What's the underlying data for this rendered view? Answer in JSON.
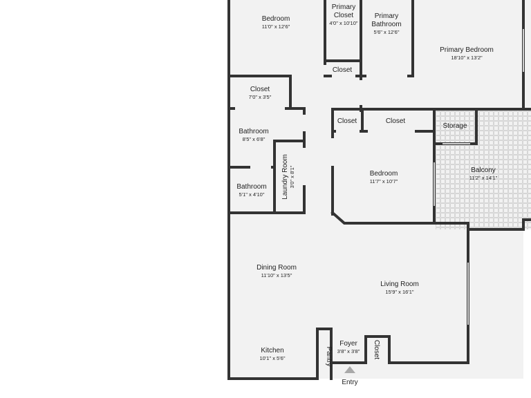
{
  "rooms": {
    "bedroom_nw": {
      "name": "Bedroom",
      "dims": "11'0\" x 12'6\""
    },
    "primary_closet": {
      "name_line1": "Primary",
      "name_line2": "Closet",
      "dims": "4'0\" x 10'10\""
    },
    "primary_bathroom": {
      "name_line1": "Primary",
      "name_line2": "Bathroom",
      "dims": "5'6\" x 12'6\""
    },
    "primary_bedroom": {
      "name": "Primary Bedroom",
      "dims": "18'10\" x 13'2\""
    },
    "closet_hall": {
      "name": "Closet"
    },
    "closet_west": {
      "name": "Closet",
      "dims": "7'0\" x 3'5\""
    },
    "bathroom_1": {
      "name": "Bathroom",
      "dims": "8'5\" x 6'8\""
    },
    "bathroom_2": {
      "name": "Bathroom",
      "dims": "5'1\" x 4'10\""
    },
    "laundry_room": {
      "name": "Laundry Room",
      "dims": "3'0\" x 8'1\""
    },
    "closet_small": {
      "name": "Closet"
    },
    "closet_wide": {
      "name": "Closet"
    },
    "storage": {
      "name": "Storage"
    },
    "balcony": {
      "name": "Balcony",
      "dims": "11'2\" x 14'1\""
    },
    "bedroom_center": {
      "name": "Bedroom",
      "dims": "11'7\" x 10'7\""
    },
    "dining_room": {
      "name": "Dining Room",
      "dims": "11'10\" x 13'5\""
    },
    "living_room": {
      "name": "Living Room",
      "dims": "15'9\" x 16'1\""
    },
    "kitchen": {
      "name": "Kitchen",
      "dims": "10'1\" x 5'6\""
    },
    "pantry": {
      "name": "Pantry"
    },
    "foyer": {
      "name": "Foyer",
      "dims": "3'8\" x 3'8\""
    },
    "closet_foyer": {
      "name": "Closet"
    }
  },
  "entry": {
    "label": "Entry"
  },
  "colors": {
    "wall": "#333333",
    "floor": "#f2f2f2",
    "balcony_tile": "#e6e6e6",
    "entry_arrow": "#a9a9a9"
  }
}
